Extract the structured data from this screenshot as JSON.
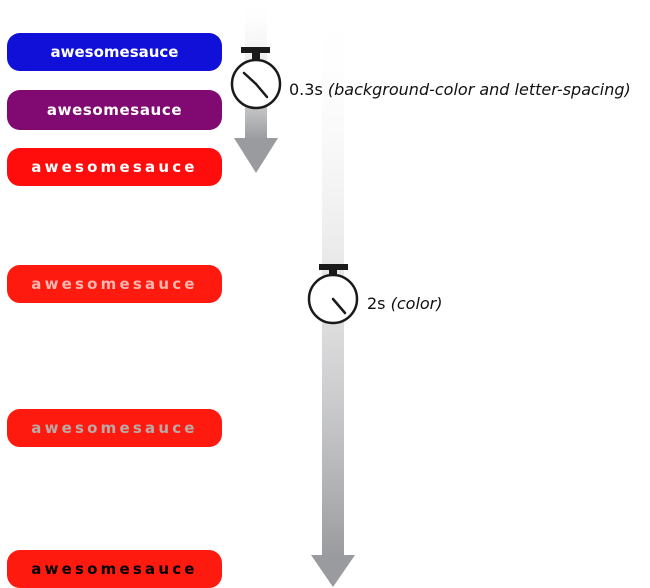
{
  "buttons": [
    {
      "text": "awesomesauce",
      "bg": "#1010d8",
      "color": "#ffffff"
    },
    {
      "text": "awesomesauce",
      "bg": "#800a72",
      "color": "#ffffff"
    },
    {
      "text": "awesomesauce",
      "bg": "#ff0d0d",
      "color": "#ffffff"
    },
    {
      "text": "awesomesauce",
      "bg": "#ff1a10",
      "color": "#f6b6ae"
    },
    {
      "text": "awesomesauce",
      "bg": "#ff1a10",
      "color": "#b9a9a7"
    },
    {
      "text": "awesomesauce",
      "bg": "#ff1a10",
      "color": "#000000"
    }
  ],
  "timers": [
    {
      "duration": "0.3s",
      "props": "(background-color and letter-spacing)"
    },
    {
      "duration": "2s",
      "props": "(color)"
    }
  ],
  "colors": {
    "arrow": "#9a9b9e",
    "stopwatch_stroke": "#1a1a1a"
  }
}
